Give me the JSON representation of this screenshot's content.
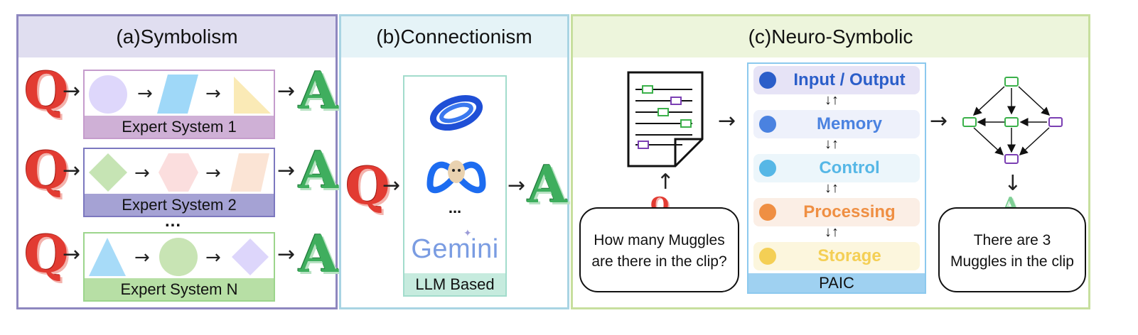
{
  "panels": {
    "symbolism": {
      "title": "(a)Symbolism",
      "expert_systems": [
        "Expert System 1",
        "Expert System 2",
        "Expert System N"
      ],
      "ellipsis": "...",
      "colors": {
        "border": "#8e87bf",
        "header": "#e0def0"
      }
    },
    "connectionism": {
      "title": "(b)Connectionism",
      "model_label": "LLM Based",
      "ellipsis": "...",
      "gemini_logo_text": "Gemini",
      "colors": {
        "border": "#a9d4e3",
        "header": "#e5f3f7"
      }
    },
    "neuro_symbolic": {
      "title": "(c)Neuro-Symbolic",
      "question_text": "How many Muggles are there in the clip?",
      "answer_text": "There are 3 Muggles in the clip",
      "paic_label": "PAIC",
      "paic_modules": [
        {
          "label": "Input / Output",
          "icon": "io-icon",
          "color": "#2b5ec9",
          "bg": "#e6e3f6"
        },
        {
          "label": "Memory",
          "icon": "memory-icon",
          "color": "#4a82e0",
          "bg": "#eef1fb"
        },
        {
          "label": "Control",
          "icon": "control-icon",
          "color": "#56b7e6",
          "bg": "#ecf6fb"
        },
        {
          "label": "Processing",
          "icon": "processing-icon",
          "color": "#ef8f43",
          "bg": "#fbeee5"
        },
        {
          "label": "Storage",
          "icon": "storage-icon",
          "color": "#f4cf55",
          "bg": "#fcf6dd"
        }
      ],
      "colors": {
        "border": "#c7df9e",
        "header": "#edf5dc",
        "paic_border": "#8cc9ee",
        "paic_label_bg": "#9fd1f1"
      }
    }
  },
  "symbols": {
    "question": "Q",
    "answer": "A"
  }
}
